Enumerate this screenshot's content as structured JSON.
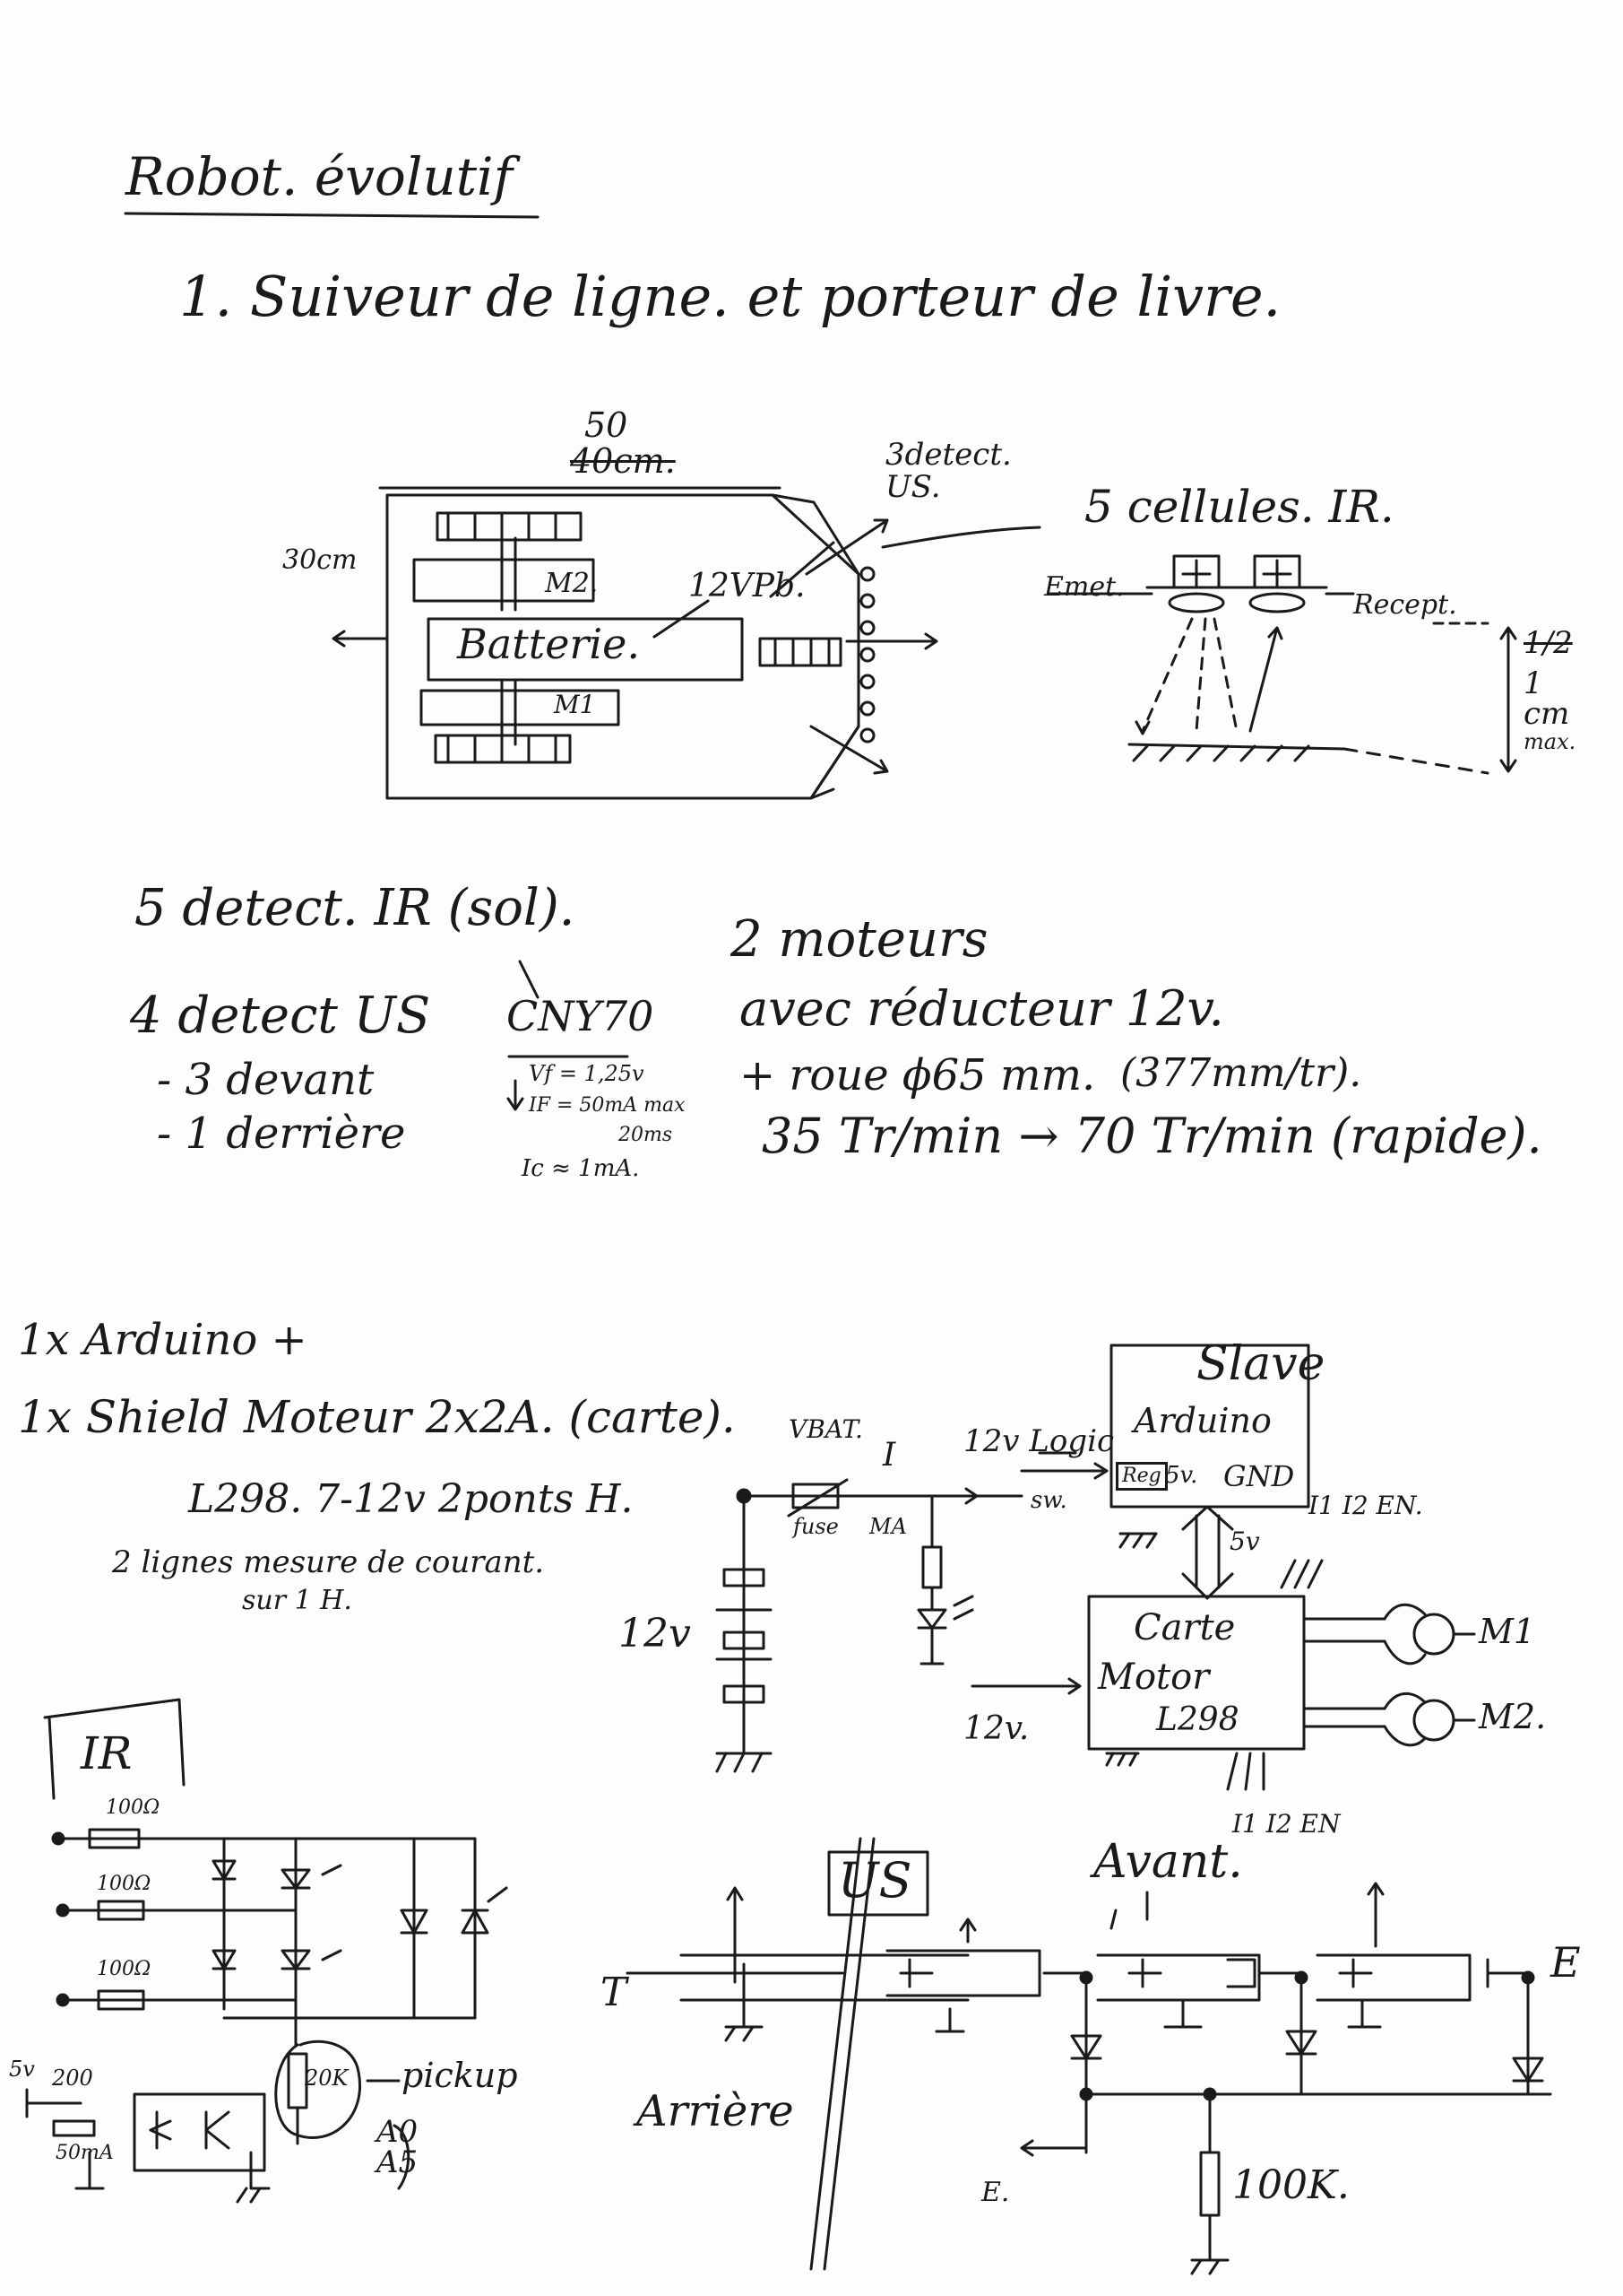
{
  "page_title": "Robot. évolutif",
  "section1": "1. Suiveur de ligne. et porteur de livre.",
  "top_sketch": {
    "dim_length_old": "40cm.",
    "dim_length_new": "50",
    "dim_width": "30cm",
    "us_label": "3detect. US.",
    "battery_voltage": "12VPb.",
    "battery_label": "Batterie.",
    "motor2_label": "M2.",
    "motor1_label": "M1",
    "ir_title": "5 cellules. IR.",
    "ir_emit": "Emet.",
    "ir_recept": "Recept.",
    "ir_dist_old": "1/2",
    "ir_dist": "1 cm",
    "ir_dist_note": "max."
  },
  "specs": {
    "ir_count": "5 detect. IR (sol).",
    "us_count": "4 detect US",
    "us_front": "- 3 devant",
    "us_back": "- 1 derrière",
    "sensor_ref": "CNY70",
    "vf": "Vf = 1,25v",
    "if": "IF = 50mA max",
    "if_time": "20ms",
    "ic": "Ic ≈ 1mA.",
    "motors": "2 moteurs",
    "reducer": "avec réducteur 12v.",
    "wheel": "+ roue ϕ65 mm.",
    "circumference": "(377mm/tr).",
    "speed": "35 Tr/min → 70 Tr/min (rapide)."
  },
  "parts": {
    "arduino": "1x Arduino +",
    "shield": "1x Shield Moteur 2x2A. (carte).",
    "l298": "L298. 7-12v 2ponts H.",
    "lines": "2 lignes mesure de courant.",
    "lines2": "sur 1 H."
  },
  "block_diagram": {
    "vbat": "VBAT.",
    "fuse": "fuse",
    "current": "I",
    "current_unit": "MA",
    "v12_logic": "12v Logic",
    "reg": "Reg",
    "v5_out": "5v.",
    "sw": "sw.",
    "arduino_box": "Arduino",
    "slave": "Slave",
    "gnd": "GND",
    "i1i2en_top": "I1 I2 EN.",
    "v5": "5v",
    "battery_v": "12v",
    "card_title": "Carte",
    "card_sub": "Motor",
    "card_chip": "L298",
    "motor_in": "12v.",
    "m1": "M1",
    "m2": "M2.",
    "i1i2en_bottom": "I1 I2 EN"
  },
  "ir_schematic": {
    "title": "IR",
    "r1": "100Ω",
    "r2": "100Ω",
    "r3": "100Ω",
    "supply": "5v",
    "r_supply": "200",
    "current": "50mA",
    "pot": "20K",
    "pickup": "pickup",
    "outputs": "A0 A5"
  },
  "us_schematic": {
    "title": "US",
    "trig": "T",
    "echo": "E",
    "rear": "Arrière",
    "front": "Avant.",
    "echo_bottom": "E.",
    "resistor": "100K."
  }
}
